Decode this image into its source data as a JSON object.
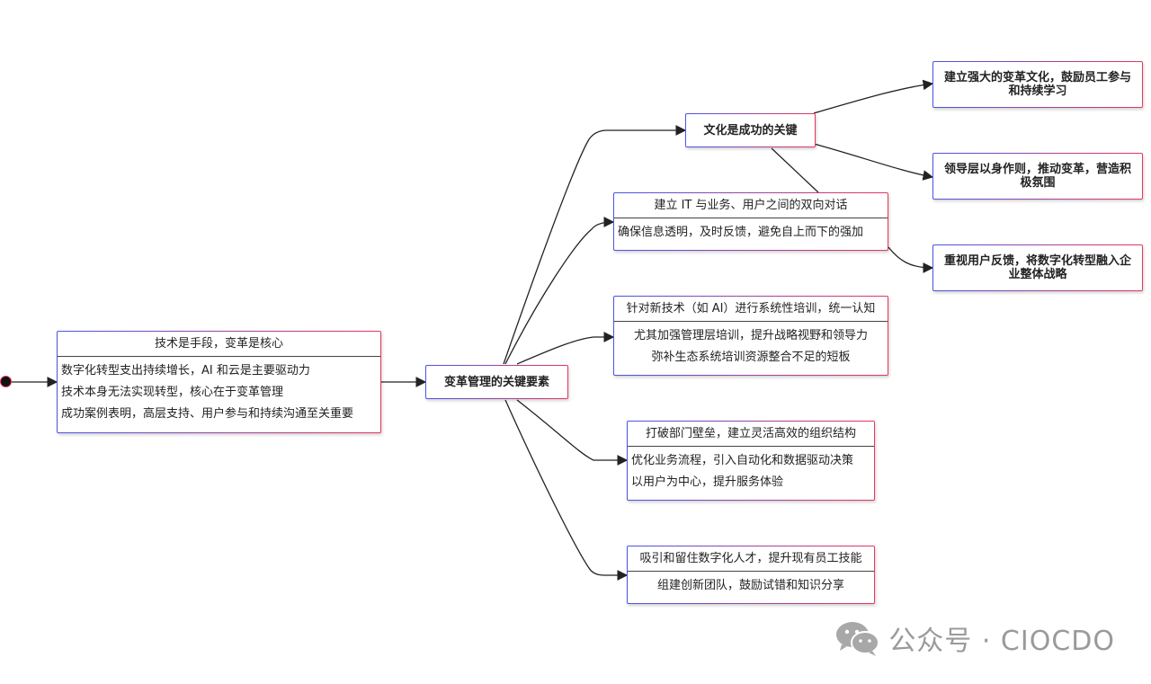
{
  "colors": {
    "accent_blue": "#4a55e8",
    "accent_red": "#e8365e",
    "line": "#222222",
    "watermark": "#9a9a9a"
  },
  "root": {
    "header": "技术是手段，变革是核心",
    "lines": [
      "数字化转型支出持续增长，AI 和云是主要驱动力",
      "技术本身无法实现转型，核心在于变革管理",
      "成功案例表明，高层支持、用户参与和持续沟通至关重要"
    ]
  },
  "center": {
    "label": "变革管理的关键要素"
  },
  "culture": {
    "label": "文化是成功的关键",
    "children": [
      "建立强大的变革文化，鼓励员工参与和持续学习",
      "领导层以身作则，推动变革，营造积极氛围",
      "重视用户反馈，将数字化转型融入企业整体战略"
    ]
  },
  "dialogue": {
    "header": "建立 IT 与业务、用户之间的双向对话",
    "lines": [
      "确保信息透明，及时反馈，避免自上而下的强加"
    ]
  },
  "training": {
    "header": "针对新技术（如 AI）进行系统性培训，统一认知",
    "lines": [
      "尤其加强管理层培训，提升战略视野和领导力",
      "弥补生态系统培训资源整合不足的短板"
    ]
  },
  "organization": {
    "header": "打破部门壁垒，建立灵活高效的组织结构",
    "lines": [
      "优化业务流程，引入自动化和数据驱动决策",
      "以用户为中心，提升服务体验"
    ]
  },
  "talent": {
    "header": "吸引和留住数字化人才，提升现有员工技能",
    "lines": [
      "组建创新团队，鼓励试错和知识分享"
    ]
  },
  "watermark": {
    "icon": "wechat-icon",
    "text": "公众号 · CIOCDO"
  }
}
